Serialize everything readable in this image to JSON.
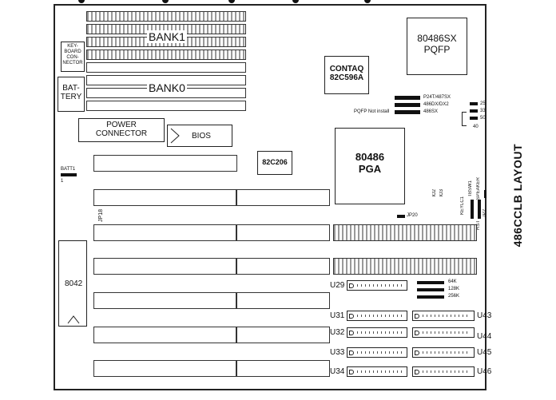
{
  "title": "486CCLB LAYOUT",
  "simms": {
    "bank1": "BANK1",
    "bank0": "BANK0"
  },
  "keyboard_connector": [
    "KEY-",
    "BOARD",
    "CON-",
    "NECTOR"
  ],
  "battery": [
    "BAT-",
    "TERY"
  ],
  "power_connector": [
    "POWER",
    "CONNECTOR"
  ],
  "bios": "BIOS",
  "contaq": [
    "CONTAQ",
    "82C596A"
  ],
  "cpu_sx": [
    "80486SX",
    "PQFP"
  ],
  "cpu_pga": [
    "80486",
    "PGA"
  ],
  "chip_82c206": "82C206",
  "chip_8042": "8042",
  "batt1": "BATT1",
  "batt1_pin": "1",
  "jp18": "JP18",
  "jp20": "JP20",
  "cpu_jumpers": [
    "P24T/487SX",
    "486DX/DX2",
    "486SX"
  ],
  "pqfp_label": "PQFP Not install",
  "clock_jumpers": [
    "25",
    "33",
    "50"
  ],
  "clock_jumper_40": "40",
  "cache_jumpers": [
    "64K",
    "128K",
    "256K"
  ],
  "small_vertical": [
    "IO2",
    "IO3",
    "TBSW1",
    "SPEAKER",
    "KEYLC1",
    "RST",
    "JP2"
  ],
  "u_left": [
    "U29",
    "U31",
    "U32",
    "U33",
    "U34"
  ],
  "u_right": [
    "U43",
    "U44",
    "U45",
    "U46"
  ]
}
